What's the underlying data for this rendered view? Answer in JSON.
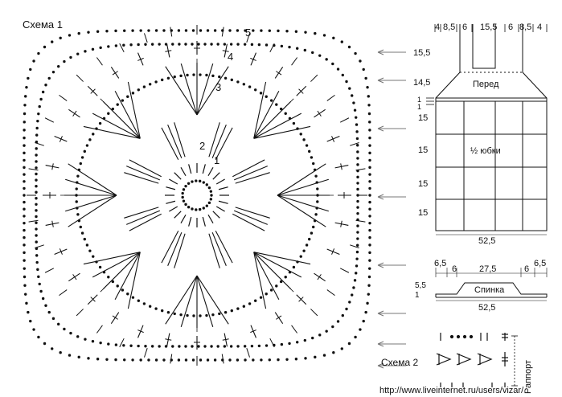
{
  "scheme1": {
    "title": "Схема 1",
    "round_labels": [
      "1",
      "2",
      "3",
      "4",
      "5"
    ]
  },
  "front": {
    "label": "Перед",
    "top_widths": [
      "4",
      "8,5",
      "6",
      "15,5",
      "6",
      "8,5",
      "4"
    ],
    "heights": [
      "15,5",
      "14,5",
      "1",
      "1",
      "15",
      "15",
      "15",
      "15"
    ]
  },
  "skirt": {
    "label": "½ юбки",
    "width": "52,5"
  },
  "back": {
    "label": "Спинка",
    "top_widths": [
      "6,5",
      "6",
      "27,5",
      "6",
      "6,5"
    ],
    "heights": [
      "5,5",
      "1"
    ],
    "width": "52,5"
  },
  "scheme2": {
    "title": "Схема 2",
    "repeat_label": "Раппорт"
  },
  "watermark": "http://www.liveinternet.ru/users/vizar/",
  "colors": {
    "ink": "#111111",
    "arrow": "#777777"
  }
}
